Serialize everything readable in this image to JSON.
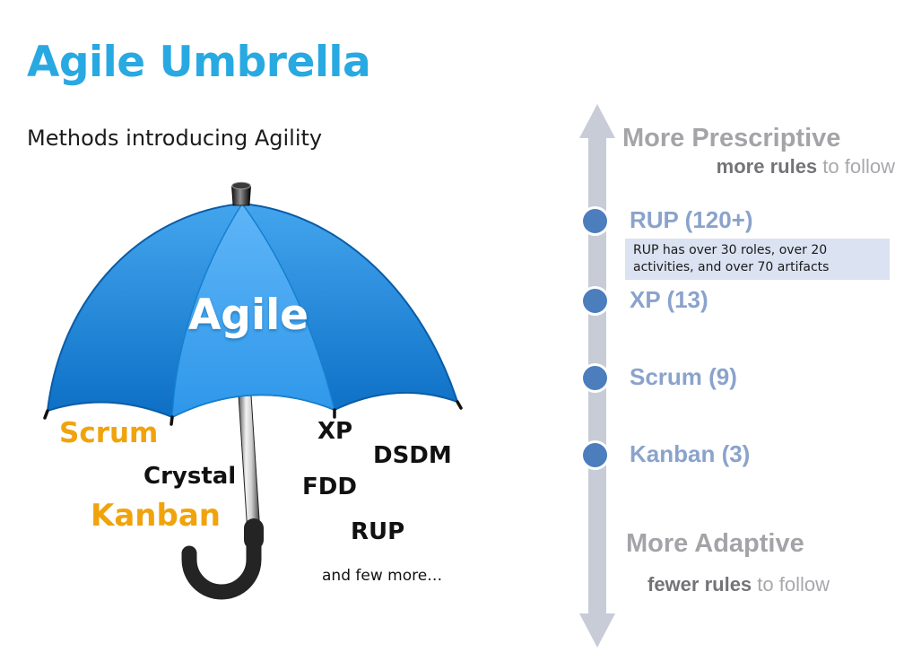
{
  "slide": {
    "title": "Agile Umbrella",
    "subtitle": "Methods introducing Agility"
  },
  "umbrella": {
    "canopy_label": "Agile",
    "methods": [
      {
        "name": "Scrum"
      },
      {
        "name": "Crystal"
      },
      {
        "name": "Kanban"
      },
      {
        "name": "XP"
      },
      {
        "name": "DSDM"
      },
      {
        "name": "FDD"
      },
      {
        "name": "RUP"
      }
    ],
    "footnote": "and few more…"
  },
  "scale": {
    "top_heading": "More Prescriptive",
    "top_sub_bold": "more rules",
    "top_sub_rest": " to follow",
    "bottom_heading": "More Adaptive",
    "bottom_sub_bold": "fewer rules",
    "bottom_sub_rest": " to follow",
    "items": [
      {
        "label": "RUP (120+)",
        "rules_count": "120+",
        "tooltip": "RUP has over 30 roles, over 20 activities, and over 70 artifacts"
      },
      {
        "label": "XP (13)",
        "rules_count": "13"
      },
      {
        "label": "Scrum (9)",
        "rules_count": "9"
      },
      {
        "label": "Kanban (3)",
        "rules_count": "3"
      }
    ]
  },
  "colors": {
    "title_blue": "#29A9E1",
    "umbrella_blue_dark": "#0C6FC5",
    "umbrella_blue_light": "#5FB5F7",
    "method_gold": "#F0A30C",
    "scale_label_blue": "#8AA3CC",
    "scale_dot_blue": "#4C7EBE",
    "axis_gray": "#C8CCD7",
    "heading_gray": "#A4A4A8",
    "tooltip_bg": "#DBE2F1"
  }
}
